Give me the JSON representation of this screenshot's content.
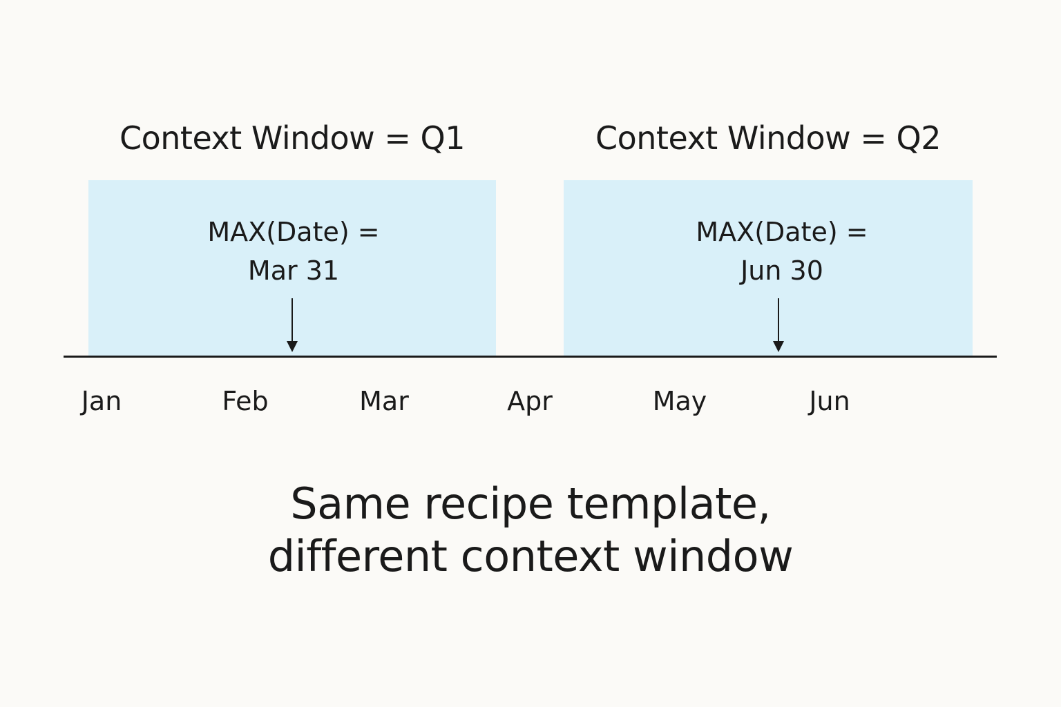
{
  "windows": [
    {
      "title": "Context Window = Q1",
      "max_label": "MAX(Date) =",
      "max_value": "Mar 31"
    },
    {
      "title": "Context Window = Q2",
      "max_label": "MAX(Date) =",
      "max_value": "Jun 30"
    }
  ],
  "timeline": {
    "months": [
      "Jan",
      "Feb",
      "Mar",
      "Apr",
      "May",
      "Jun"
    ]
  },
  "caption": {
    "line1": "Same recipe template,",
    "line2": "different context window"
  },
  "colors": {
    "window_fill": "#d9f0f9",
    "ink": "#1a1a1a",
    "background": "#fbfaf7"
  }
}
